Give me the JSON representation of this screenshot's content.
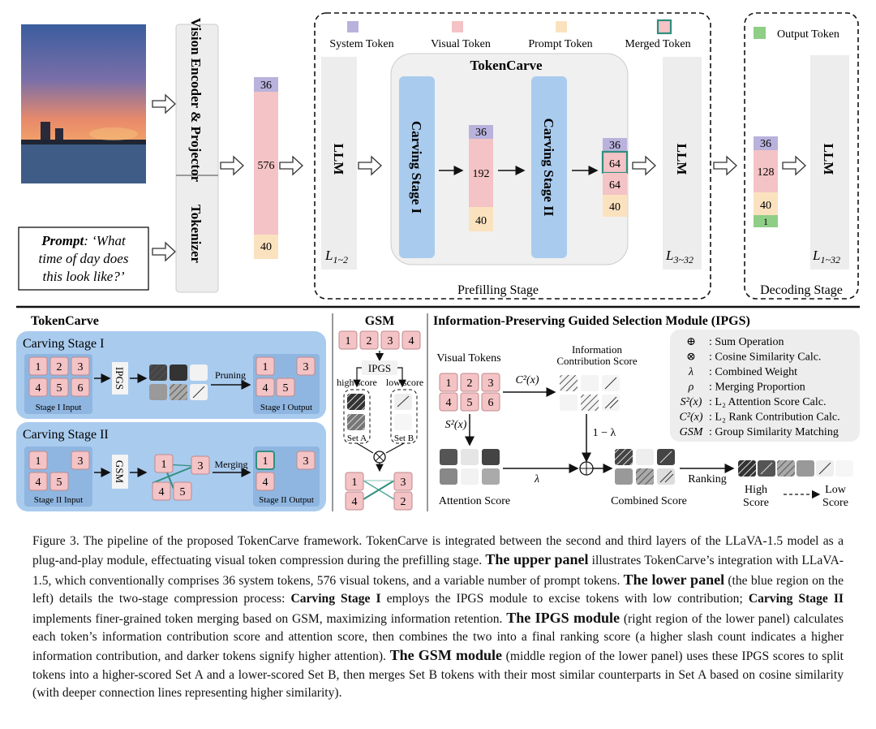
{
  "upper": {
    "vision_encoder": "Vision Encoder & Projector",
    "tokenizer": "Tokenizer",
    "prompt_label": "Prompt",
    "prompt_text_1": ": ‘What",
    "prompt_text_2": "time of day does",
    "prompt_text_3": "this look like?’",
    "input_counts": {
      "system": "36",
      "visual": "576",
      "prompt": "40"
    },
    "llm": "LLM",
    "layers_a": "L",
    "layers_a_sub": "1~2",
    "layers_b": "L",
    "layers_b_sub": "3~32",
    "layers_c": "L",
    "layers_c_sub": "1~32",
    "legend": {
      "system": "System Token",
      "visual": "Visual Token",
      "prompt": "Prompt Token",
      "merged": "Merged Token",
      "output": "Output Token"
    },
    "tokencarve_title": "TokenCarve",
    "stage1": "Carving Stage I",
    "stage2": "Carving Stage II",
    "mid_counts": {
      "system": "36",
      "visual": "192",
      "prompt": "40"
    },
    "after_counts": {
      "system": "36",
      "merged": "64",
      "visual": "64",
      "prompt": "40"
    },
    "decode_counts": {
      "system": "36",
      "visual": "128",
      "prompt": "40",
      "output": "1"
    },
    "prefill_label": "Prefilling Stage",
    "decode_label": "Decoding Stage"
  },
  "lower": {
    "tokencarve_title": "TokenCarve",
    "stage1_title": "Carving Stage I",
    "stage2_title": "Carving Stage II",
    "ipgs": "IPGS",
    "gsm": "GSM",
    "pruning": "Pruning",
    "merging": "Merging",
    "stage1_input": "Stage I Input",
    "stage1_output": "Stage I Output",
    "stage2_input": "Stage II Input",
    "stage2_output": "Stage II Output",
    "stage1_tokens": [
      "1",
      "2",
      "3",
      "4",
      "5",
      "6"
    ],
    "stage1_out_tokens": [
      "1",
      "3",
      "4",
      "5"
    ],
    "stage2_tokens": [
      "1",
      "3",
      "4",
      "5"
    ],
    "stage2_out_tokens": [
      "1",
      "3",
      "4"
    ],
    "gsm_title": "GSM",
    "gsm_tokens": [
      "1",
      "2",
      "3",
      "4"
    ],
    "gsm_ipgs": "IPGS",
    "high_score": "high score",
    "low_score": "low score",
    "set_a": "Set A",
    "set_b": "Set B",
    "gsm_out_tokens": [
      "1",
      "3",
      "4",
      "2"
    ],
    "ipgs_title": "Information-Preserving Guided Selection Module (IPGS)",
    "visual_tokens": "Visual Tokens",
    "ipgs_tokens": [
      "1",
      "2",
      "3",
      "4",
      "5",
      "6"
    ],
    "info_score_1": "Information",
    "info_score_2": "Contribution Score",
    "c2x": "C²(x)",
    "s2x": "S²(x)",
    "lambda": "λ",
    "one_minus_lambda": "1 − λ",
    "attention_score": "Attention Score",
    "combined_score": "Combined Score",
    "ranking": "Ranking",
    "high_label_1": "High",
    "high_label_2": "Score",
    "low_label_1": "Low",
    "low_label_2": "Score",
    "legend_items": [
      {
        "sym": "⊕",
        "text": ": Sum Operation"
      },
      {
        "sym": "⊗",
        "text": ": Cosine Similarity Calc."
      },
      {
        "sym": "λ",
        "text": ": Combined Weight"
      },
      {
        "sym": "ρ",
        "text": ": Merging Proportion"
      },
      {
        "sym": "S²(x)",
        "text": ": L₂ Attention Score Calc."
      },
      {
        "sym": "C²(x)",
        "text": ": L₂ Rank Contribution Calc."
      },
      {
        "sym": "GSM",
        "text": ": Group Similarity Matching"
      }
    ]
  },
  "caption": {
    "p1": "Figure 3.  The pipeline of the proposed TokenCarve framework.  TokenCarve is integrated between the second and third layers of the LLaVA-1.5 model as a plug-and-play module, effectuating visual token compression during the prefilling stage. ",
    "b1": "The upper panel",
    "p2": " illustrates TokenCarve’s integration with LLaVA-1.5, which conventionally comprises 36 system tokens, 576 visual tokens, and a variable number of prompt tokens. ",
    "b2": "The lower panel",
    "p3": " (the blue region on the left) details the two-stage compression process: ",
    "b3": "Carving Stage I",
    "p4": " employs the IPGS module to excise tokens with low contribution; ",
    "b4": "Carving Stage II",
    "p5": " implements finer-grained token merging based on GSM, maximizing information retention. ",
    "b5": "The IPGS module",
    "p6": " (right region of the lower panel) calculates each token’s information contribution score and attention score, then combines the two into a final ranking score (a higher slash count indicates a higher information contribution, and darker tokens signify higher attention). ",
    "b6": "The GSM module",
    "p7": " (middle region of the lower panel) uses these IPGS scores to split tokens into a higher-scored Set A and a lower-scored Set B, then merges Set B tokens with their most similar counterparts in Set A based on cosine similarity (with deeper connection lines representing higher similarity)."
  }
}
